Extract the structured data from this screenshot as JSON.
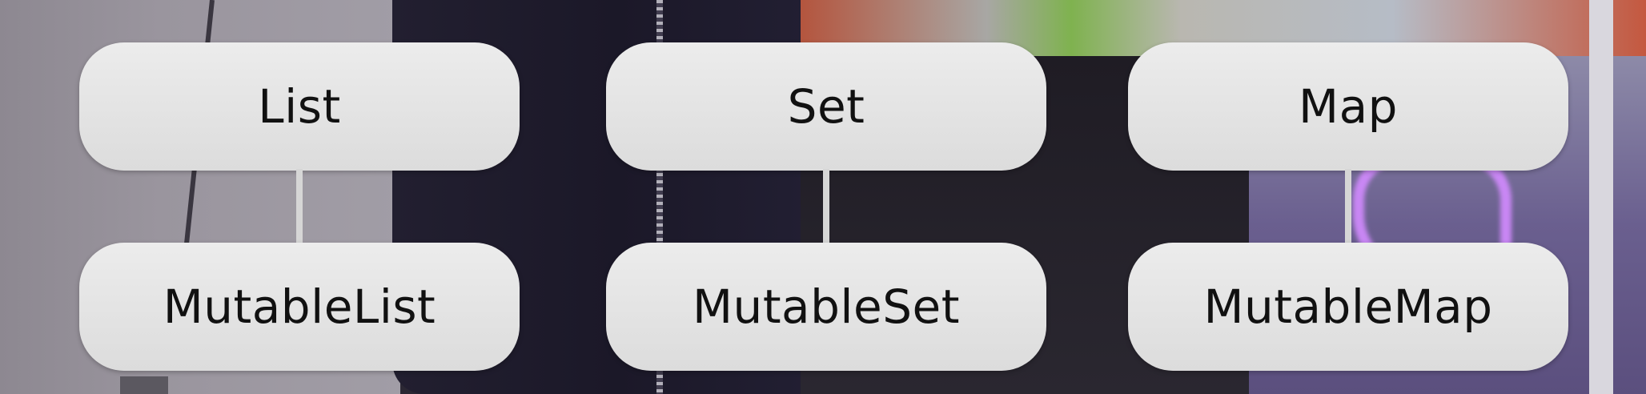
{
  "diagram": {
    "groups": [
      {
        "parent": "List",
        "child": "MutableList"
      },
      {
        "parent": "Set",
        "child": "MutableSet"
      },
      {
        "parent": "Map",
        "child": "MutableMap"
      }
    ]
  },
  "colors": {
    "node_fill": "#e4e4e4",
    "node_text": "#111111",
    "connector": "#d6d6d6"
  }
}
